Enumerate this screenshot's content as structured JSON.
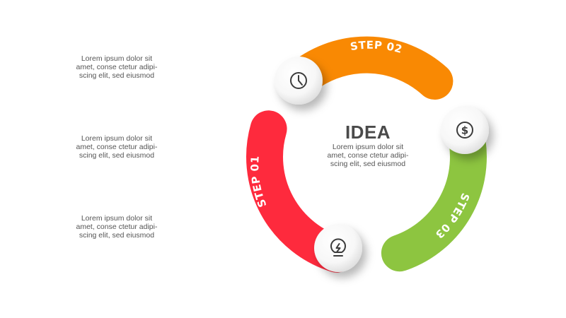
{
  "side_texts": [
    {
      "lines": [
        "Lorem ipsum dolor sit",
        "amet, conse  ctetur adipi-",
        "scing elit, sed eiusmod"
      ]
    },
    {
      "lines": [
        "Lorem ipsum dolor sit",
        "amet, conse  ctetur adipi-",
        "scing elit, sed eiusmod"
      ]
    },
    {
      "lines": [
        "Lorem ipsum dolor sit",
        "amet, conse  ctetur adipi-",
        "scing elit, sed eiusmod"
      ]
    }
  ],
  "center": {
    "title": "IDEA",
    "lines": [
      "Lorem ipsum dolor sit",
      "amet, conse  ctetur adipi-",
      "scing elit, sed eiusmod"
    ]
  },
  "steps": [
    {
      "label": "STEP 01",
      "color": "#fe2a3d",
      "icon": "lightbulb-icon"
    },
    {
      "label": "STEP 02",
      "color": "#f98903",
      "icon": "clock-icon"
    },
    {
      "label": "STEP 03",
      "color": "#8dc540",
      "icon": "dollar-icon"
    }
  ],
  "colors": {
    "text": "#555555",
    "title": "#4a4a4a",
    "icon_stroke": "#3c3c3c",
    "node_fill": "#ffffff"
  }
}
